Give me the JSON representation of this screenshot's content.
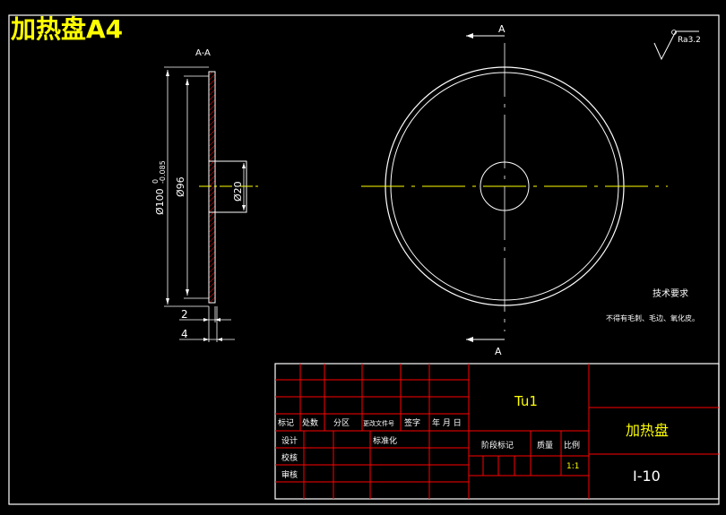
{
  "banner": {
    "title": "加热盘A4"
  },
  "section_view": {
    "label": "A-A",
    "dim_outer": "Ø100",
    "dim_outer_tol_upper": "0",
    "dim_outer_tol_lower": "-0.085",
    "dim_mid": "Ø96",
    "dim_hub": "Ø20",
    "dim_thickness_2": "2",
    "dim_thickness_4": "4"
  },
  "front_view": {
    "cut_label_top": "A",
    "cut_label_bottom": "A"
  },
  "roughness": {
    "label": "Ra3.2"
  },
  "tech_requirements": {
    "title": "技术要求",
    "note": "不得有毛刺、毛边、氧化皮。"
  },
  "title_block": {
    "material": "Tu1",
    "part_name": "加热盘",
    "drawing_no": "I-10",
    "scale": "1:1",
    "headers": {
      "mark": "标记",
      "count": "处数",
      "zone": "分区",
      "doc_no": "更改文件号",
      "sign": "签字",
      "date": "年 月 日",
      "design": "设计",
      "standardize": "标准化",
      "check": "校核",
      "review": "审核",
      "stage_mark": "阶段标记",
      "weight": "质量",
      "ratio": "比例"
    }
  },
  "colors": {
    "background": "#000000",
    "outline": "#ffffff",
    "centerline": "#ffff00",
    "title_grid": "#ff0000",
    "text_yellow": "#ffff00"
  }
}
